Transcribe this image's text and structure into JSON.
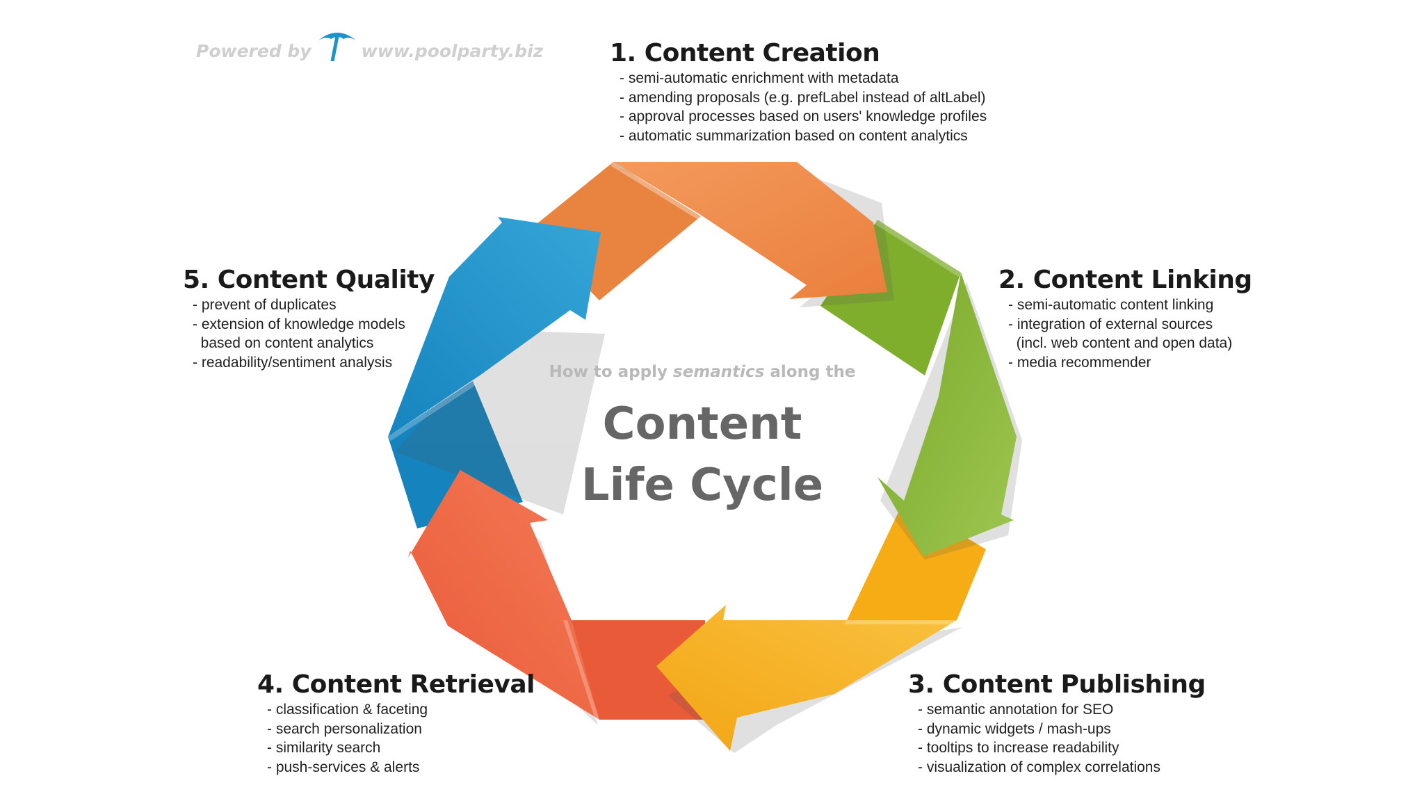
{
  "watermark": {
    "powered_by": "Powered by",
    "url": "www.poolparty.biz",
    "icon": "umbrella-icon"
  },
  "center": {
    "subtitle_pre": "How to apply ",
    "subtitle_em": "semantics",
    "subtitle_post": " along the",
    "title_line1": "Content",
    "title_line2": "Life Cycle"
  },
  "stages": [
    {
      "title": "1. Content Creation",
      "items": [
        "- semi-automatic enrichment with metadata",
        "- amending proposals (e.g. prefLabel instead of altLabel)",
        "- approval processes based on users' knowledge profiles",
        "- automatic summarization based on content analytics"
      ]
    },
    {
      "title": "2. Content Linking",
      "items": [
        "- semi-automatic content linking",
        "- integration of external sources",
        "  (incl. web content and open data)",
        "- media recommender"
      ]
    },
    {
      "title": "3. Content Publishing",
      "items": [
        "- semantic annotation for SEO",
        "- dynamic widgets / mash-ups",
        "- tooltips to increase readability",
        "- visualization of complex correlations"
      ]
    },
    {
      "title": "4. Content Retrieval",
      "items": [
        "- classification & faceting",
        "- search personalization",
        "- similarity search",
        "- push-services & alerts"
      ]
    },
    {
      "title": "5. Content Quality",
      "items": [
        "- prevent of duplicates",
        "- extension of knowledge models",
        "  based on content analytics",
        "- readability/sentiment analysis"
      ]
    }
  ],
  "colors": {
    "creation": "#ef9150",
    "linking": "#86b431",
    "publishing": "#f8b21c",
    "retrieval": "#ee6844",
    "quality": "#1d93c9"
  }
}
